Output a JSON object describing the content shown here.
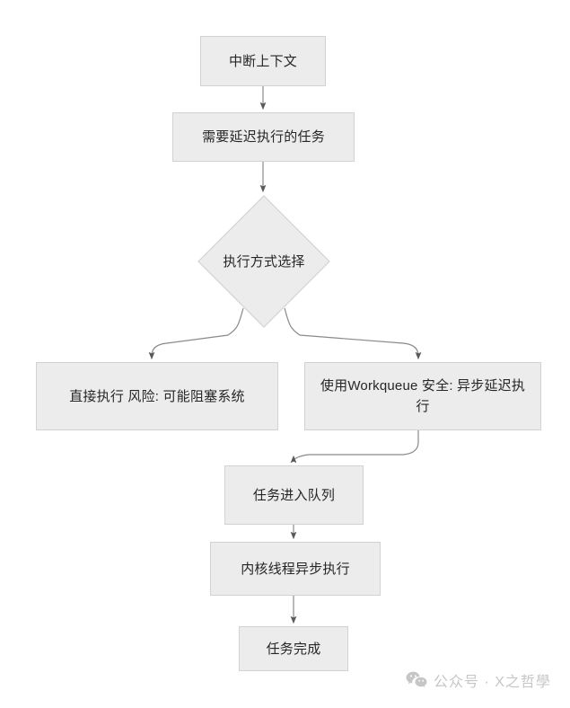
{
  "diagram": {
    "type": "flowchart",
    "direction": "top-to-bottom",
    "nodes": [
      {
        "id": "interrupt-context",
        "label": "中断上下文",
        "shape": "rectangle"
      },
      {
        "id": "deferred-task",
        "label": "需要延迟执行的任务",
        "shape": "rectangle"
      },
      {
        "id": "exec-choice",
        "label": "执行方式选择",
        "shape": "diamond"
      },
      {
        "id": "direct-exec",
        "label": "直接执行 风险: 可能阻塞系统",
        "shape": "rectangle"
      },
      {
        "id": "use-workqueue",
        "label": "使用Workqueue 安全: 异步延迟执行",
        "shape": "rectangle"
      },
      {
        "id": "enqueue",
        "label": "任务进入队列",
        "shape": "rectangle"
      },
      {
        "id": "kthread-exec",
        "label": "内核线程异步执行",
        "shape": "rectangle"
      },
      {
        "id": "task-done",
        "label": "任务完成",
        "shape": "rectangle"
      }
    ],
    "edges": [
      {
        "from": "interrupt-context",
        "to": "deferred-task",
        "label": ""
      },
      {
        "from": "deferred-task",
        "to": "exec-choice",
        "label": ""
      },
      {
        "from": "exec-choice",
        "to": "direct-exec",
        "label": ""
      },
      {
        "from": "exec-choice",
        "to": "use-workqueue",
        "label": ""
      },
      {
        "from": "use-workqueue",
        "to": "enqueue",
        "label": ""
      },
      {
        "from": "enqueue",
        "to": "kthread-exec",
        "label": ""
      },
      {
        "from": "kthread-exec",
        "to": "task-done",
        "label": ""
      }
    ],
    "colors": {
      "background": "#ffffff",
      "node_fill": "#ececec",
      "node_border": "#d2d2d2",
      "node_text": "#262626",
      "edge_line": "#8a8a8a",
      "arrow_head": "#5a5a5a",
      "watermark": "#c6c6c6"
    }
  },
  "watermark": {
    "icon": "wechat-logo-icon",
    "text": "公众号 · X之哲學"
  }
}
